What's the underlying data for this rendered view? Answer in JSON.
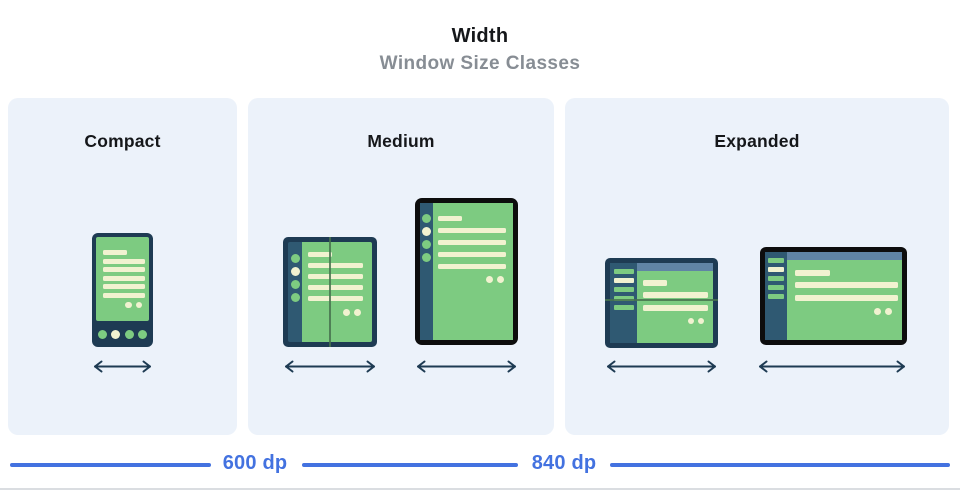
{
  "header": {
    "title": "Width",
    "subtitle": "Window Size Classes"
  },
  "panels": [
    {
      "label": "Compact",
      "devices": [
        "phone-illustration"
      ]
    },
    {
      "label": "Medium",
      "devices": [
        "foldable-open-portrait-illustration",
        "tablet-portrait-illustration"
      ]
    },
    {
      "label": "Expanded",
      "devices": [
        "foldable-open-landscape-illustration",
        "tablet-landscape-illustration"
      ]
    }
  ],
  "scale": {
    "unit": "dp",
    "breakpoints": [
      "600 dp",
      "840 dp"
    ]
  },
  "colors": {
    "panel-bg": "#ECF2FA",
    "device-navy": "#1E3B53",
    "device-rail": "#2F5972",
    "screen-green": "#7DCB81",
    "content-cream": "#F1F2D0",
    "header-slate": "#6084A5",
    "device-black": "#0D0D0D",
    "fold-olive": "#46734F",
    "accent-blue": "#4372E0",
    "title-ink": "#15171A",
    "subtitle-gray": "#878D94"
  }
}
